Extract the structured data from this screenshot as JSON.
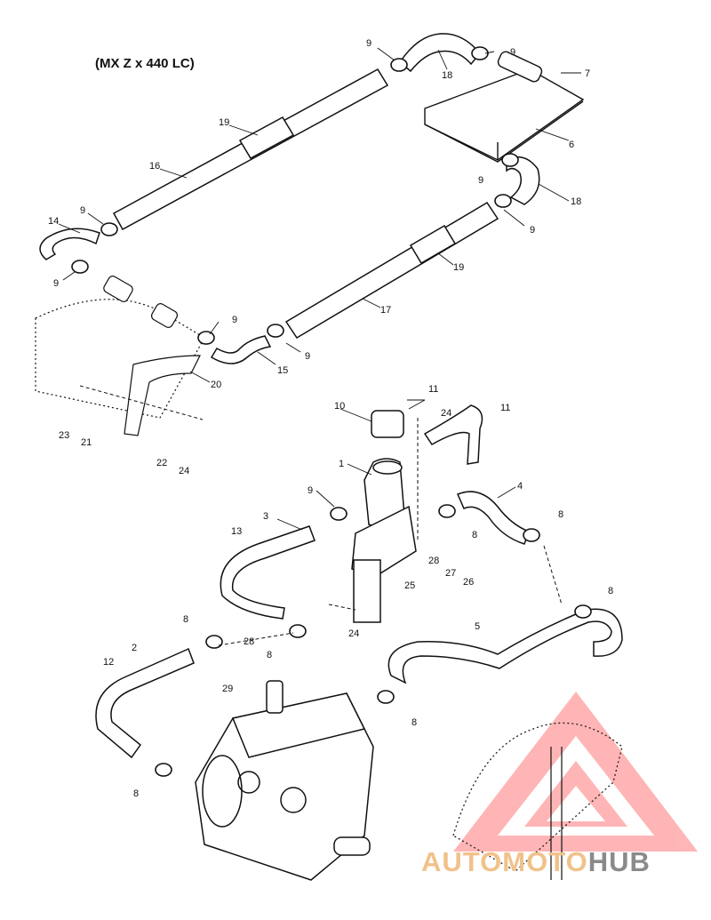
{
  "diagram": {
    "title": "(MX Z x 440 LC)",
    "callouts": {
      "c9a": "9",
      "c18a": "18",
      "c9b": "9",
      "c7": "7",
      "c6": "6",
      "c19a": "19",
      "c16": "16",
      "c9c": "9",
      "c18b": "18",
      "c9d": "9",
      "c14": "14",
      "c9e": "9",
      "c19b": "19",
      "c9f": "9",
      "c17": "17",
      "c9g": "9",
      "c9h": "9",
      "c15": "15",
      "c20": "20",
      "c23": "23",
      "c21": "21",
      "c22": "22",
      "c24a": "24",
      "c11a": "11",
      "c10": "10",
      "c24b": "24",
      "c11b": "11",
      "c1": "1",
      "c9i": "9",
      "c4": "4",
      "c8a": "8",
      "c3": "3",
      "c13": "13",
      "c8b": "8",
      "c28a": "28",
      "c27": "27",
      "c26": "26",
      "c25": "25",
      "c8c": "8",
      "c5": "5",
      "c24c": "24",
      "c8d": "8",
      "c2": "2",
      "c28b": "28",
      "c8e": "8",
      "c12": "12",
      "c29": "29",
      "c8f": "8",
      "c8g": "8"
    }
  },
  "watermark": {
    "part1": "AUTO",
    "part2": "MOTO",
    "part3": "HUB"
  }
}
